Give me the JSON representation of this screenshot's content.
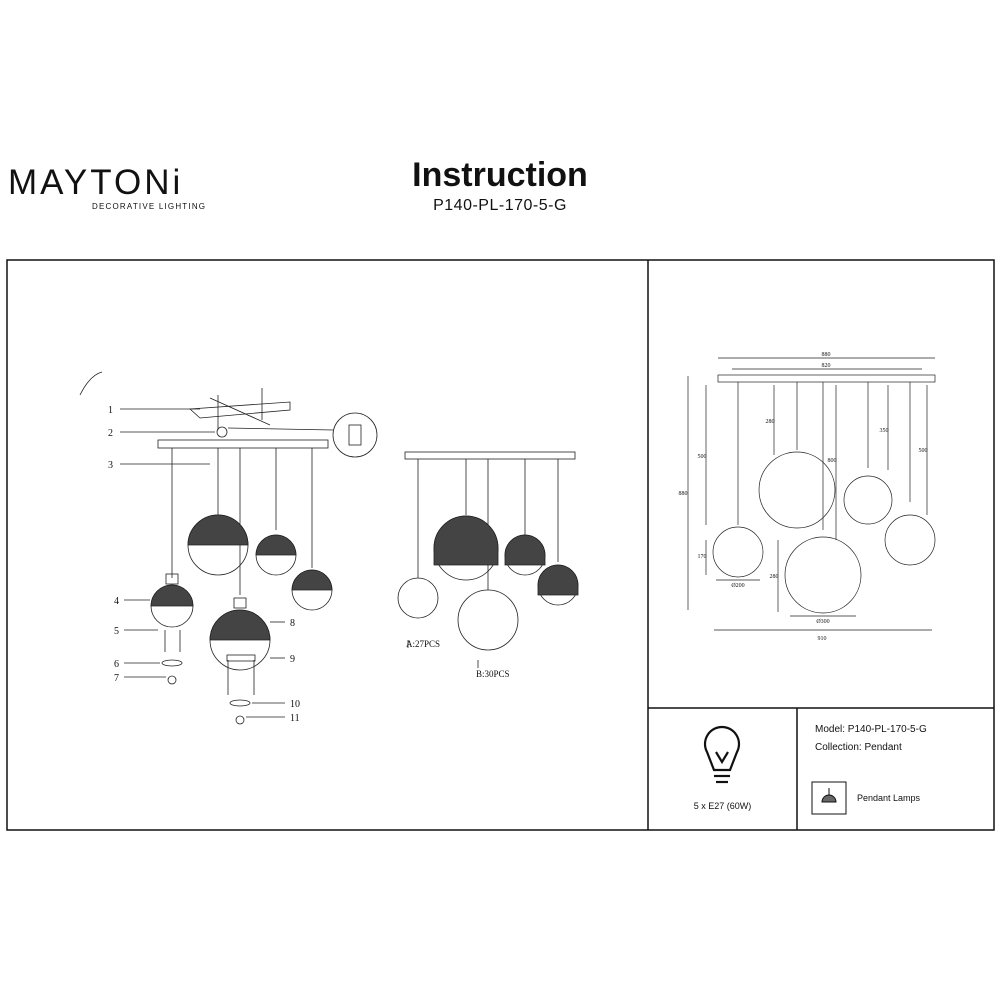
{
  "header": {
    "brand": "MAYTONi",
    "brand_sub": "DECORATIVE LIGHTING",
    "title": "Instruction",
    "model_code": "P140-PL-170-5-G"
  },
  "parts_diagram": {
    "callouts": [
      "1",
      "2",
      "3",
      "4",
      "5",
      "6",
      "7",
      "8",
      "9",
      "10",
      "11"
    ],
    "crystal_a": "A:27PCS",
    "crystal_b": "B:30PCS"
  },
  "dimensions": {
    "canopy_outer": "880",
    "canopy_inner": "820",
    "total_width": "910",
    "total_height": "880",
    "cord_short_1": "280",
    "cord_short_2": "350",
    "cord_mid_1": "500",
    "cord_mid_2": "500",
    "cord_long": "800",
    "shade_height_small": "170",
    "shade_height_large": "280",
    "shade_dia_small": "Ø200",
    "shade_dia_large": "Ø300"
  },
  "spec": {
    "bulb_text": "5 x E27 (60W)",
    "model_label": "Model: P140-PL-170-5-G",
    "collection_label": "Collection: Pendant",
    "type_label": "Pendant Lamps",
    "icons": [
      "bulb-icon",
      "pendant-lamp-icon"
    ]
  }
}
